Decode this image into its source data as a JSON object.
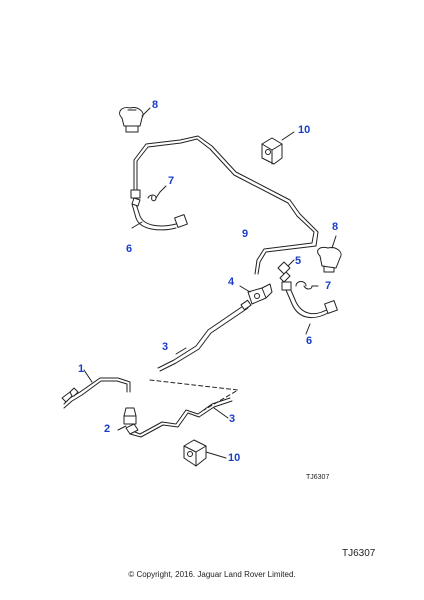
{
  "diagram": {
    "callouts": {
      "c1": "1",
      "c2": "2",
      "c3a": "3",
      "c3b": "3",
      "c4": "4",
      "c5": "5",
      "c6a": "6",
      "c6b": "6",
      "c7a": "7",
      "c7b": "7",
      "c8a": "8",
      "c8b": "8",
      "c9": "9",
      "c10a": "10",
      "c10b": "10"
    },
    "drawing_ref_small": "TJ6307",
    "drawing_ref": "TJ6307",
    "copyright": "© Copyright, 2016. Jaguar Land Rover Limited.",
    "colors": {
      "callout": "#1a3ec8",
      "line": "#222222"
    }
  }
}
